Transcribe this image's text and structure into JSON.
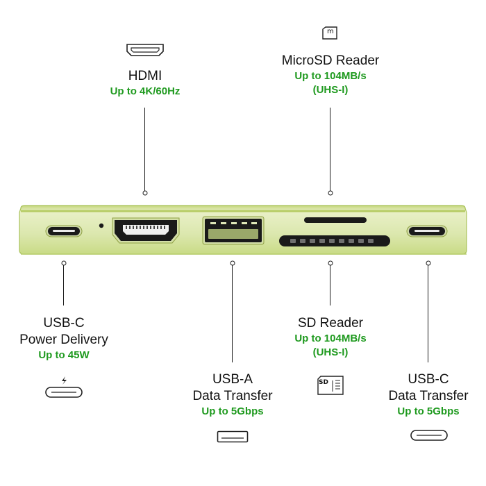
{
  "ports": {
    "hdmi": {
      "name": "HDMI",
      "spec": "Up to 4K/60Hz"
    },
    "microsd": {
      "name": "MicroSD Reader",
      "spec1": "Up to 104MB/s",
      "spec2": "(UHS-I)"
    },
    "usbc_pd": {
      "name1": "USB-C",
      "name2": "Power Delivery",
      "spec": "Up to 45W"
    },
    "usba": {
      "name1": "USB-A",
      "name2": "Data Transfer",
      "spec": "Up to 5Gbps"
    },
    "sd": {
      "name": "SD Reader",
      "spec1": "Up to 104MB/s",
      "spec2": "(UHS-I)",
      "icon_text": "SD"
    },
    "usbc_data": {
      "name1": "USB-C",
      "name2": "Data Transfer",
      "spec": "Up to 5Gbps"
    }
  },
  "icons": {
    "microsd_icon_text": "m"
  },
  "colors": {
    "spec_green": "#1f9a1f",
    "hub_body": "#d6e3a0",
    "hub_edge": "#a9c25a",
    "port_dark": "#1a1a1a"
  }
}
